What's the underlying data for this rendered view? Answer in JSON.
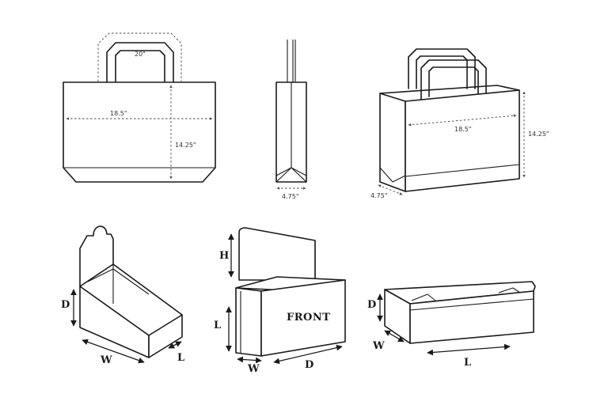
{
  "bag_front": {
    "handle_width": "20\"",
    "width": "18.5\"",
    "height": "14.25\""
  },
  "bag_side": {
    "depth": "4.75\""
  },
  "bag_iso": {
    "width": "18.5\"",
    "height": "14.25\"",
    "depth": "4.75\""
  },
  "display_box": {
    "depth": "D",
    "width": "W",
    "length": "L"
  },
  "header_box": {
    "height": "H",
    "length": "L",
    "width": "W",
    "depth": "D",
    "front_text": "FRONT"
  },
  "mailer_box": {
    "depth": "D",
    "width": "W",
    "length": "L"
  }
}
